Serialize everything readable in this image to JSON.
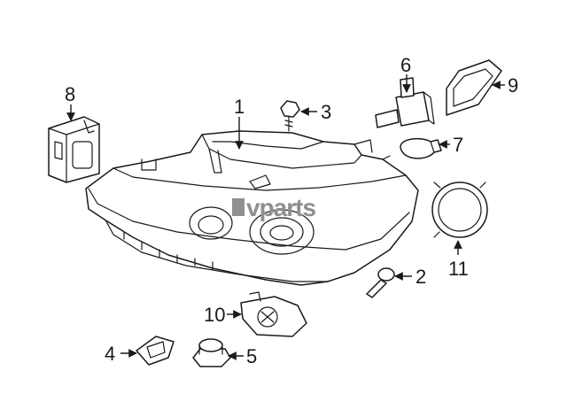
{
  "watermark": "vparts",
  "callouts": [
    "1",
    "2",
    "3",
    "4",
    "5",
    "6",
    "7",
    "8",
    "9",
    "10",
    "11"
  ],
  "colors": {
    "line": "#1a1a1a",
    "watermark": "#8f8f8f",
    "background": "#ffffff"
  }
}
